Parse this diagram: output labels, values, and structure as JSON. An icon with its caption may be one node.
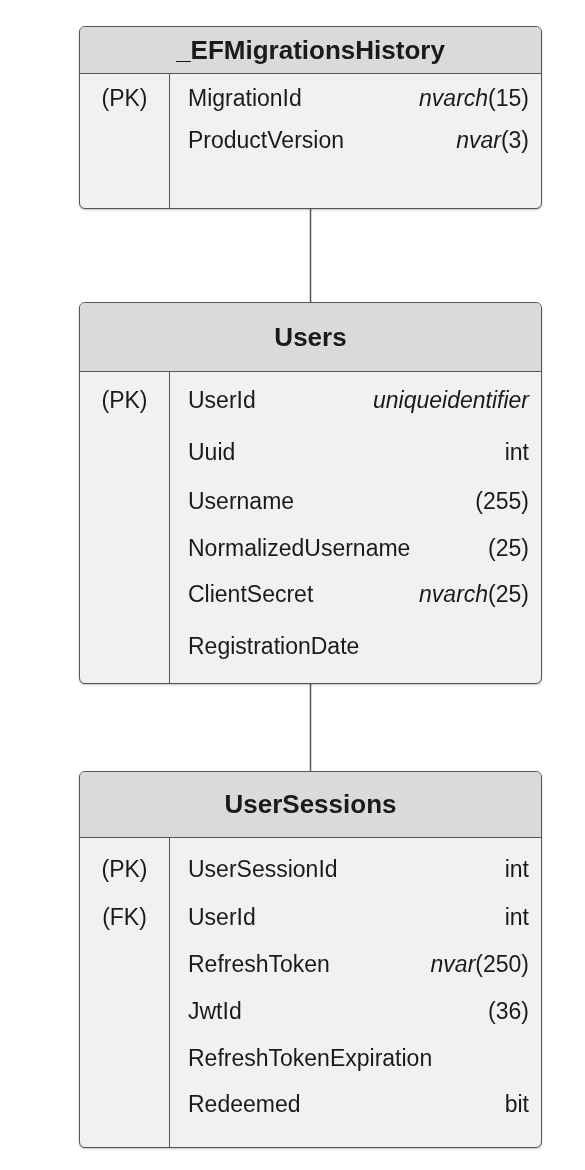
{
  "diagram": {
    "nodes": [
      {
        "text": [
          "_EFMigrationsHistory"
        ]
      },
      {
        "text": [
          "(PK)",
          "MigrationId",
          "*nvarch*(15)"
        ],
        "in": 0
      },
      {
        "text": [
          "ProductVersion",
          "*nvar*(3)"
        ],
        "in": 0
      },
      {
        "text": [
          "Users"
        ]
      },
      {
        "text": [
          "(PK)",
          "UserId",
          "*uniqueidentifier*"
        ],
        "in": 3
      },
      {
        "text": [
          "Uuid",
          "int"
        ],
        "in": 3
      },
      {
        "text": [
          "Username",
          "(255)"
        ],
        "in": 3
      },
      {
        "text": [
          "NormalizedUsername",
          "(25)"
        ],
        "in": 3
      },
      {
        "text": [
          "ClientSecret",
          "*nvarch*(25)"
        ],
        "in": 3
      },
      {
        "text": [
          "RegistrationDate"
        ],
        "in": 3
      },
      {
        "text": [
          "UserSessions"
        ]
      },
      {
        "text": [
          "(PK)",
          "UserSessionId",
          "int"
        ],
        "in": 10
      },
      {
        "text": [
          "(FK)",
          "UserId",
          "int"
        ],
        "in": 10
      },
      {
        "text": [
          "RefreshToken",
          "*nvar*(250)"
        ],
        "in": 10
      },
      {
        "text": [
          "JwtId",
          "(36)"
        ],
        "in": 10
      },
      {
        "text": [
          "RefreshTokenExpiration"
        ],
        "in": 10
      },
      {
        "text": [
          "Redeemed",
          "bit"
        ],
        "in": 10
      }
    ],
    "edges": [
      {
        "from": 0,
        "to": 3,
        "arrow": "none"
      },
      {
        "from": 3,
        "to": 10,
        "arrow": "none"
      }
    ]
  }
}
